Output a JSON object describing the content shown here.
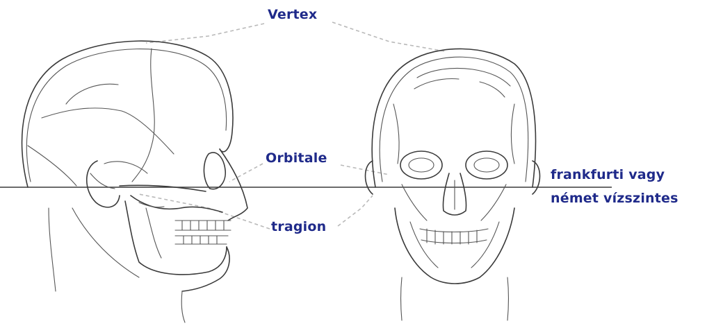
{
  "labels": {
    "vertex": "Vertex",
    "orbitale": "Orbitale",
    "tragion": "tragion",
    "frankfurt_line1": "frankfurti vagy",
    "frankfurt_line2": "német vízszintes"
  },
  "colors": {
    "label": "#1f2a8a",
    "ink": "#3a3a3a",
    "leader": "#b9b9b9",
    "background": "#ffffff"
  }
}
